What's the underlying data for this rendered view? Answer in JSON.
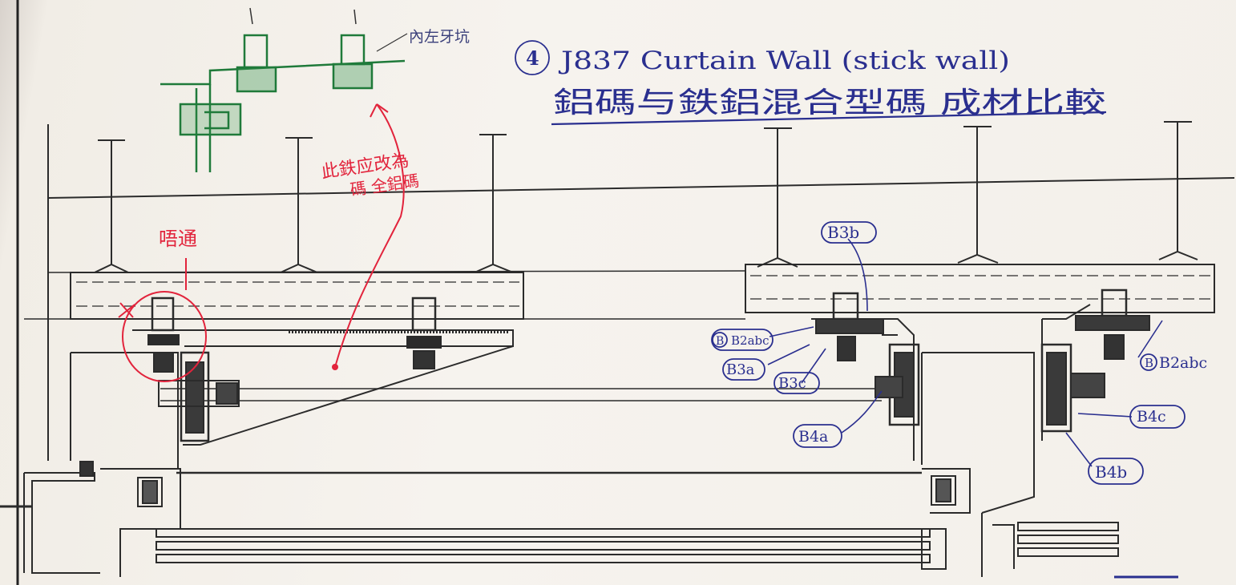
{
  "title": {
    "number": "4",
    "line1": "J837  Curtain Wall (stick wall)",
    "line2": "鋁碼与鉄鋁混合型碼 成材比較"
  },
  "annotations": {
    "green_note": "內左牙坑",
    "red_note_1": "此鉄应改為",
    "red_note_2": "碼    全鋁碼",
    "red_note_3": "唔通",
    "leader_b2_left": "B",
    "b2abc_left": "B2abc",
    "b2abc_right_prefix": "B",
    "b2abc_right": "B2abc"
  },
  "tags": {
    "b3a": "B3a",
    "b3b": "B3b",
    "b3c": "B3c",
    "b4a": "B4a",
    "b4b": "B4b",
    "b4c": "B4c"
  },
  "colors": {
    "paper": "#f3f0ea",
    "line_ink": "#2b2b2b",
    "blue_ink": "#2a2f8f",
    "red_ink": "#e2243c",
    "green_ink": "#1f7a3a"
  }
}
